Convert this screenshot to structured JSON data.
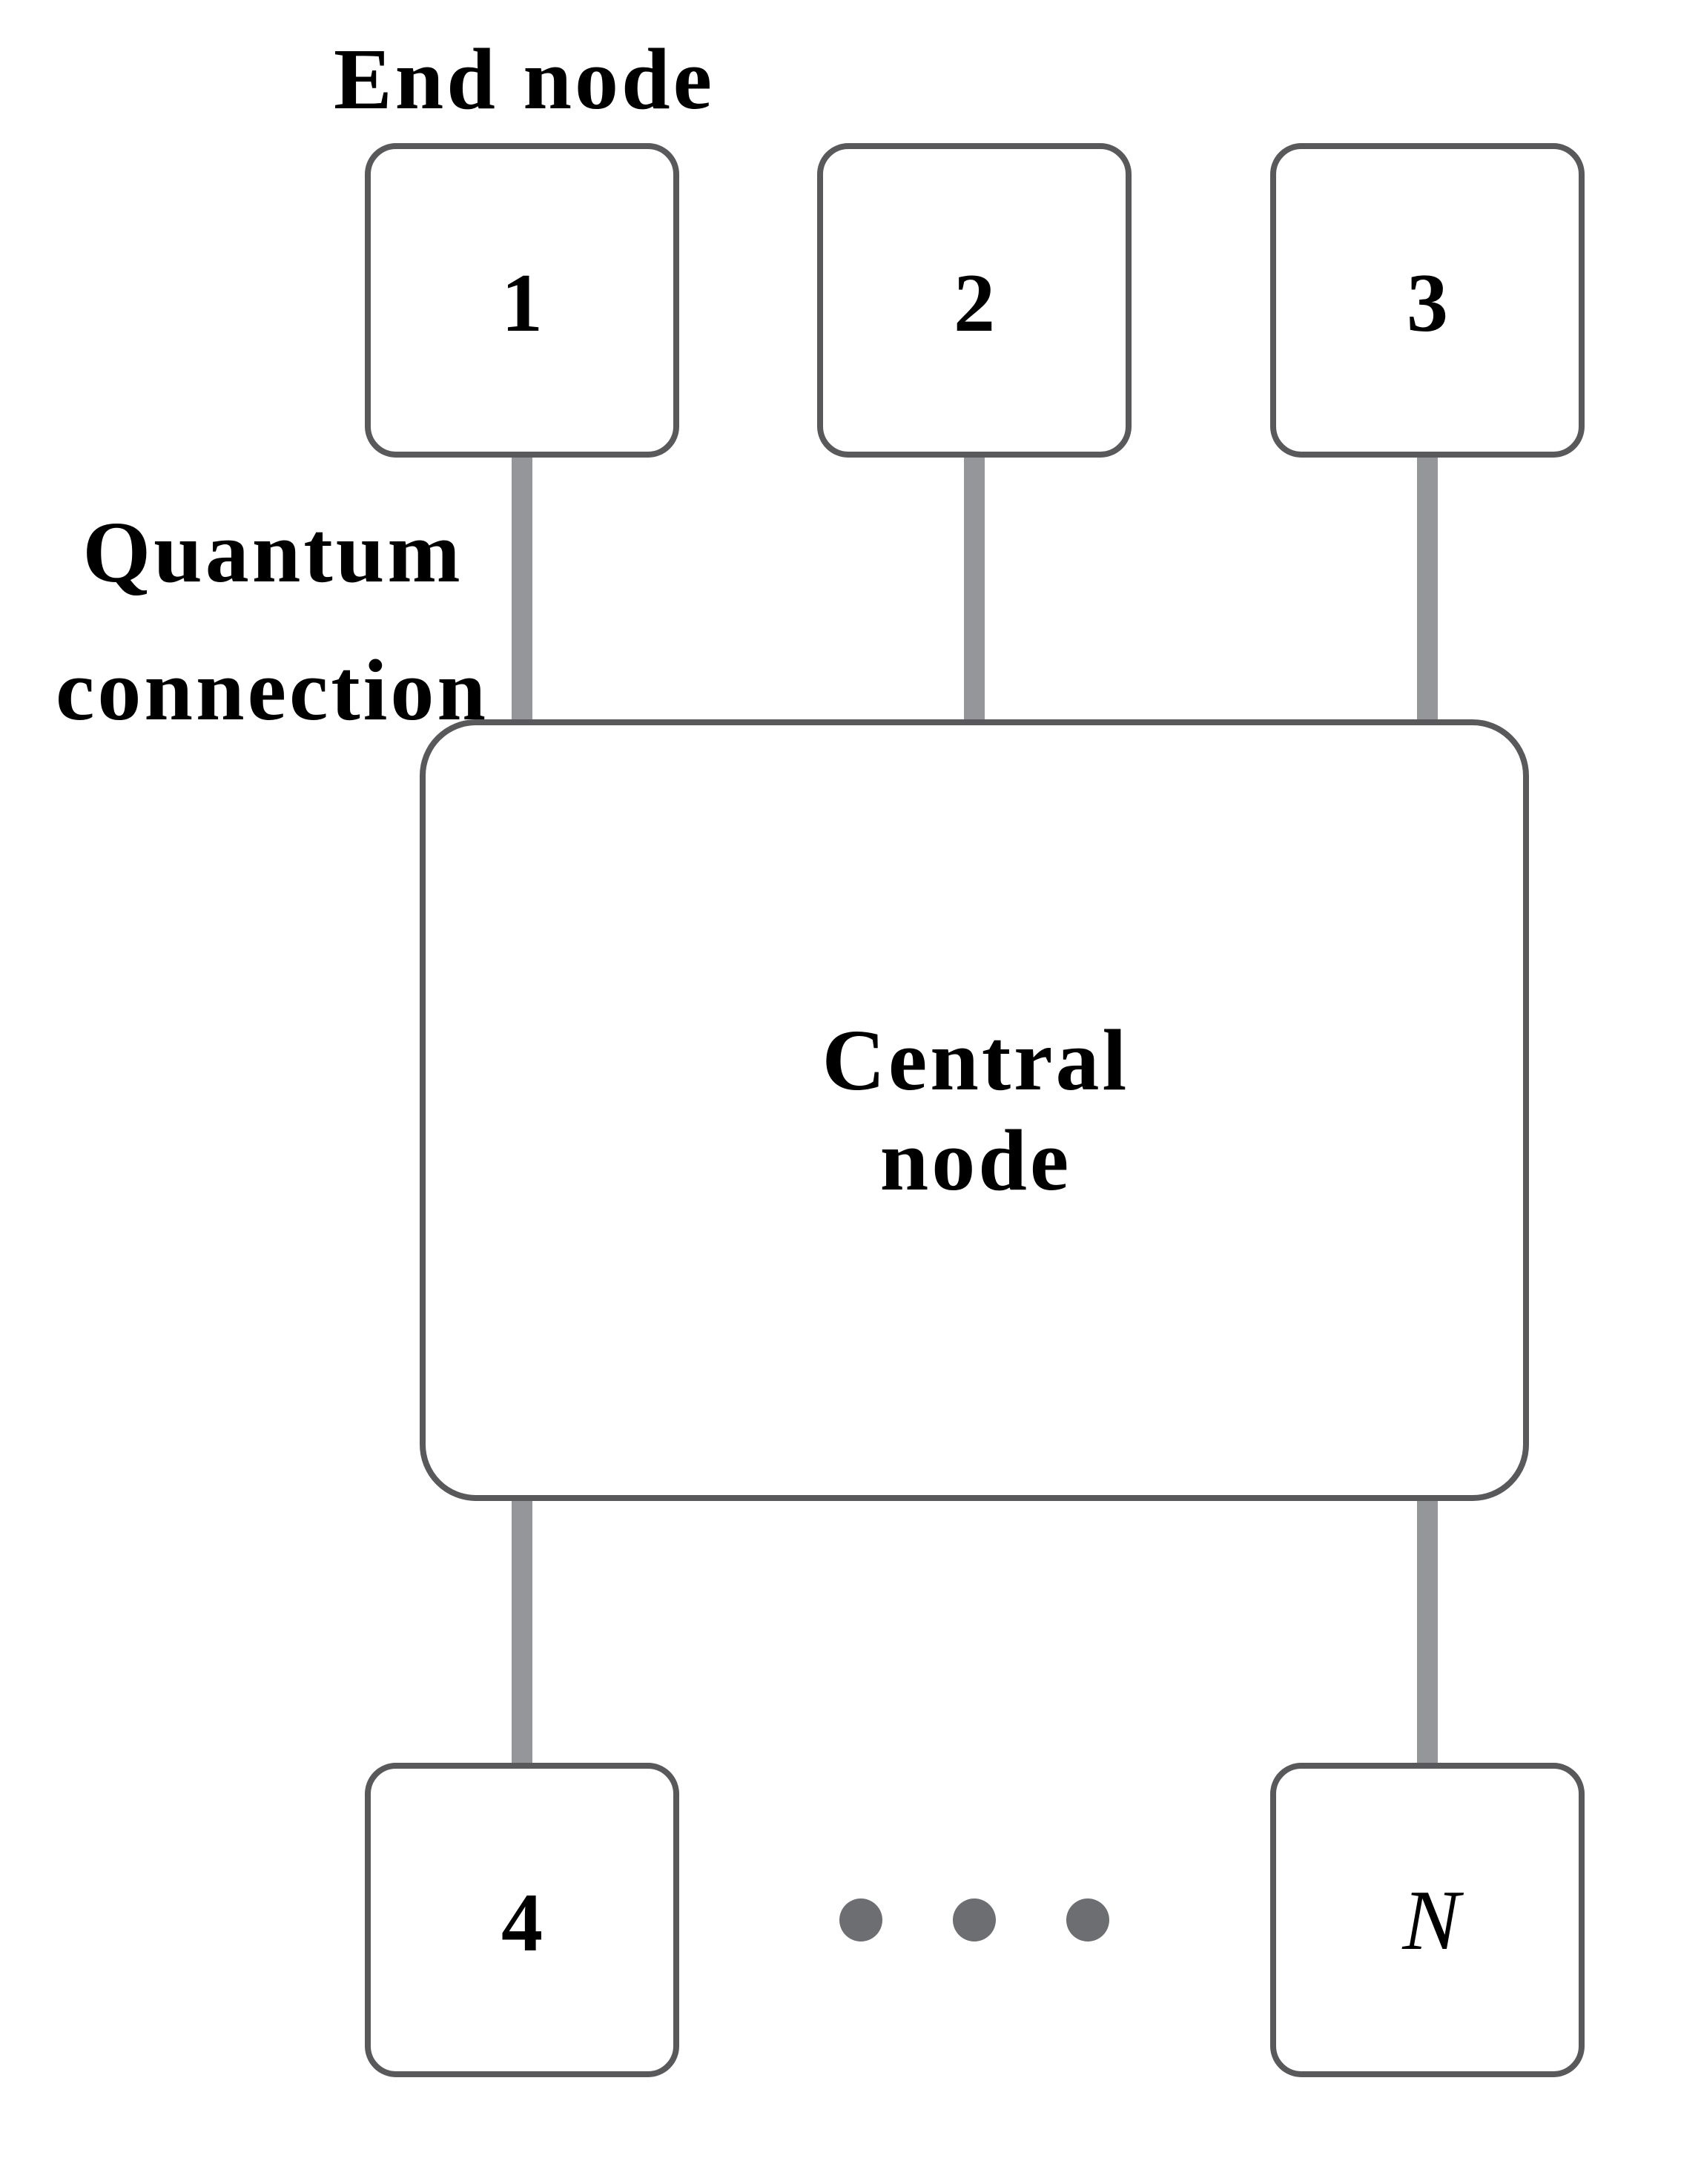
{
  "labels": {
    "end_node": "End node",
    "quantum_connection_line1": "Quantum",
    "quantum_connection_line2": "connection",
    "central_node_line1": "Central",
    "central_node_line2": "node"
  },
  "end_nodes": [
    {
      "label": "1"
    },
    {
      "label": "2"
    },
    {
      "label": "3"
    },
    {
      "label": "4"
    },
    {
      "label": "N",
      "style": "italic"
    }
  ],
  "ellipsis": {
    "count": 3,
    "meaning": "more end nodes"
  },
  "colors": {
    "node_border": "#59595b",
    "connector": "#95969a",
    "ellipsis_dots": "#6d6e72",
    "text": "#000000",
    "background": "#ffffff"
  },
  "topology": {
    "type": "star",
    "center": "Central node",
    "connections": [
      [
        "1",
        "Central node"
      ],
      [
        "2",
        "Central node"
      ],
      [
        "3",
        "Central node"
      ],
      [
        "4",
        "Central node"
      ],
      [
        "N",
        "Central node"
      ]
    ]
  }
}
